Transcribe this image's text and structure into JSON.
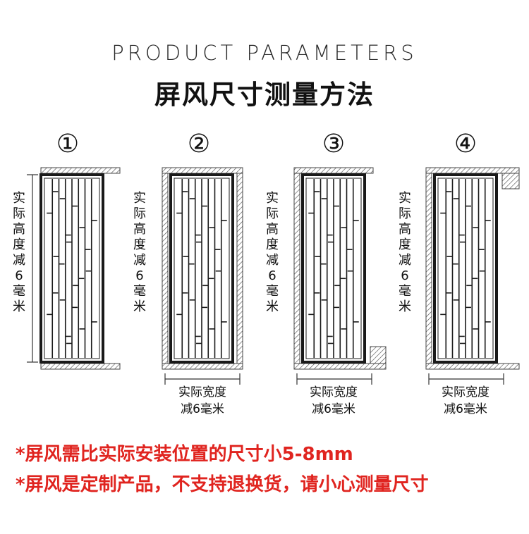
{
  "header": {
    "subtitle": "PRODUCT PARAMETERS",
    "title": "屏风尺寸测量方法"
  },
  "diagrams": [
    {
      "number": "①",
      "height_label": [
        "实",
        "际",
        "高",
        "度",
        "减",
        "6",
        "毫",
        "米"
      ],
      "width_label": []
    },
    {
      "number": "②",
      "height_label": [
        "实",
        "际",
        "高",
        "度",
        "减",
        "6",
        "毫",
        "米"
      ],
      "width_label": [
        "实际宽度",
        "减6毫米"
      ]
    },
    {
      "number": "③",
      "height_label": [
        "实",
        "际",
        "高",
        "度",
        "减",
        "6",
        "毫",
        "米"
      ],
      "width_label": [
        "实际宽度",
        "减6毫米"
      ]
    },
    {
      "number": "④",
      "height_label": [
        "实",
        "际",
        "高",
        "度",
        "减",
        "6",
        "毫",
        "米"
      ],
      "width_label": [
        "实际宽度",
        "减6毫米"
      ]
    }
  ],
  "notes": [
    "*屏风需比实际安装位置的尺寸小5-8mm",
    "*屏风是定制产品，不支持退换货，请小心测量尺寸"
  ],
  "colors": {
    "note": "#e0241f",
    "line": "#1a1a1a"
  }
}
